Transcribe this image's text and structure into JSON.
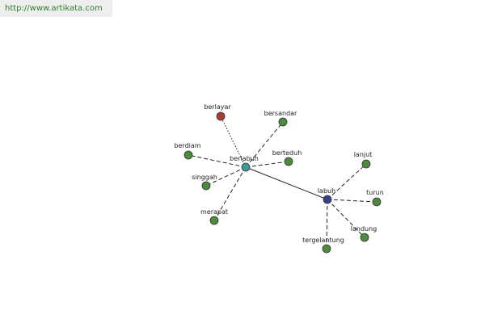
{
  "watermark": {
    "text": "http://www.artikata.com"
  },
  "colors": {
    "synonym": "#4e8a3e",
    "antonym": "#a83a3a",
    "hub": "#3f9a96",
    "root": "#3a3f8c"
  },
  "nodes": [
    {
      "id": "berlabuh",
      "label": "berlabuh",
      "kind": "hub"
    },
    {
      "id": "labuh",
      "label": "labuh",
      "kind": "root"
    },
    {
      "id": "berlayar",
      "label": "berlayar",
      "kind": "antonym"
    },
    {
      "id": "bersandar",
      "label": "bersandar",
      "kind": "synonym"
    },
    {
      "id": "berdiam",
      "label": "berdiam",
      "kind": "synonym"
    },
    {
      "id": "berteduh",
      "label": "berteduh",
      "kind": "synonym"
    },
    {
      "id": "singgah",
      "label": "singgah",
      "kind": "synonym"
    },
    {
      "id": "merapat",
      "label": "merapat",
      "kind": "synonym"
    },
    {
      "id": "lanjut",
      "label": "lanjut",
      "kind": "synonym"
    },
    {
      "id": "turun",
      "label": "turun",
      "kind": "synonym"
    },
    {
      "id": "landung",
      "label": "landung",
      "kind": "synonym"
    },
    {
      "id": "tergelantung",
      "label": "tergelantung",
      "kind": "synonym"
    }
  ],
  "edges": [
    {
      "from": "berlabuh",
      "to": "labuh",
      "style": "solid"
    },
    {
      "from": "berlabuh",
      "to": "berlayar",
      "style": "dotted"
    },
    {
      "from": "berlabuh",
      "to": "bersandar",
      "style": "dashed"
    },
    {
      "from": "berlabuh",
      "to": "berdiam",
      "style": "dashed"
    },
    {
      "from": "berlabuh",
      "to": "berteduh",
      "style": "dashed"
    },
    {
      "from": "berlabuh",
      "to": "singgah",
      "style": "dashed"
    },
    {
      "from": "berlabuh",
      "to": "merapat",
      "style": "dashed"
    },
    {
      "from": "labuh",
      "to": "lanjut",
      "style": "dashed"
    },
    {
      "from": "labuh",
      "to": "turun",
      "style": "dashed"
    },
    {
      "from": "labuh",
      "to": "landung",
      "style": "dashed"
    },
    {
      "from": "labuh",
      "to": "tergelantung",
      "style": "dashed"
    }
  ]
}
